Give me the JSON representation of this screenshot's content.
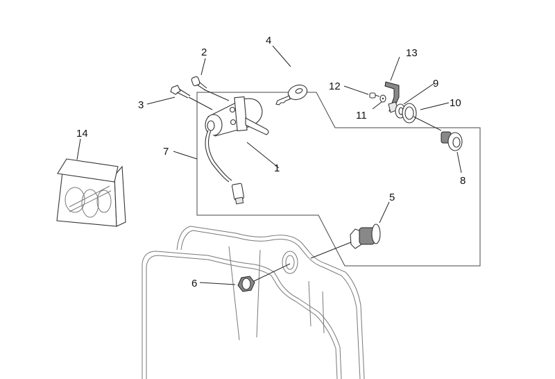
{
  "diagram": {
    "type": "exploded-parts-diagram",
    "subject": "ignition lock / seat lock assembly",
    "callouts": [
      {
        "id": "1",
        "label": "1",
        "part": "ignition switch with cable and connector"
      },
      {
        "id": "2",
        "label": "2",
        "part": "screw"
      },
      {
        "id": "3",
        "label": "3",
        "part": "screw"
      },
      {
        "id": "4",
        "label": "4",
        "part": "key"
      },
      {
        "id": "5",
        "label": "5",
        "part": "lock cylinder"
      },
      {
        "id": "6",
        "label": "6",
        "part": "hex nut"
      },
      {
        "id": "7",
        "label": "7",
        "part": "lock set (framed group)"
      },
      {
        "id": "8",
        "label": "8",
        "part": "lock cylinder"
      },
      {
        "id": "9",
        "label": "9",
        "part": "bushing"
      },
      {
        "id": "10",
        "label": "10",
        "part": "ring nut"
      },
      {
        "id": "11",
        "label": "11",
        "part": "washer"
      },
      {
        "id": "12",
        "label": "12",
        "part": "screw"
      },
      {
        "id": "13",
        "label": "13",
        "part": "lever"
      },
      {
        "id": "14",
        "label": "14",
        "part": "parts kit bag"
      }
    ]
  }
}
